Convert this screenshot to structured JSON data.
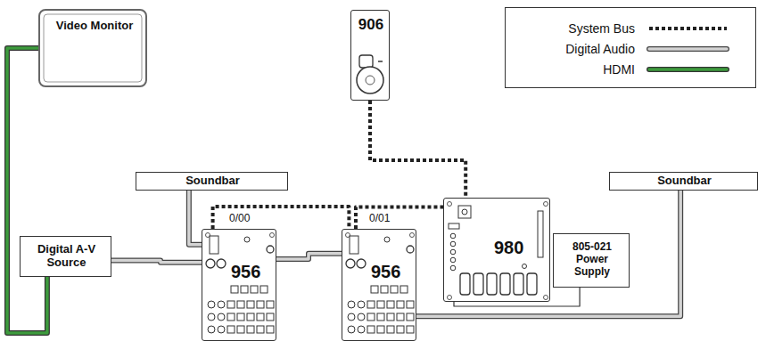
{
  "diagram": {
    "nodes": [
      {
        "text": [
          "Video Monitor"
        ]
      },
      {
        "text": [
          "906"
        ]
      },
      {
        "text": [
          "Soundbar"
        ]
      },
      {
        "text": [
          "Soundbar"
        ]
      },
      {
        "text": [
          "Digital A-V Source"
        ]
      },
      {
        "text": [
          "0/00",
          "956"
        ]
      },
      {
        "text": [
          "0/01",
          "956"
        ]
      },
      {
        "text": [
          "980"
        ]
      },
      {
        "text": [
          "805-021 Power Supply"
        ]
      }
    ],
    "edges": [
      {
        "from": 4,
        "to": 0,
        "arrow": "none"
      },
      {
        "from": 4,
        "to": 5,
        "arrow": "none"
      },
      {
        "from": 2,
        "to": 5,
        "arrow": "none"
      },
      {
        "from": 5,
        "to": 6,
        "arrow": "none"
      },
      {
        "from": 6,
        "to": 3,
        "arrow": "none"
      },
      {
        "from": 5,
        "to": 6,
        "arrow": "none"
      },
      {
        "from": 6,
        "to": 7,
        "arrow": "none"
      },
      {
        "from": 1,
        "to": 7,
        "arrow": "none"
      },
      {
        "from": 7,
        "to": 8,
        "arrow": "none"
      }
    ],
    "legend": [
      {
        "text": "System Bus"
      },
      {
        "text": "Digital Audio"
      },
      {
        "text": "HDMI"
      }
    ]
  }
}
